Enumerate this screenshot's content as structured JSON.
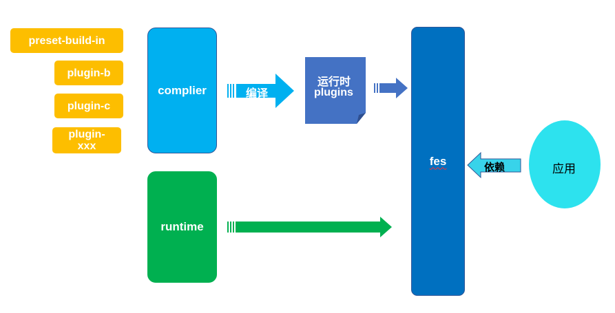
{
  "plugins": {
    "preset": "preset-build-in",
    "b": "plugin-b",
    "c": "plugin-c",
    "xxx_line1": "plugin-",
    "xxx_line2": "xxx"
  },
  "complier": "complier",
  "runtime": "runtime",
  "compile_label": "编译",
  "runtime_plugins_line1": "运行时",
  "runtime_plugins_line2": "plugins",
  "fes": "fes",
  "depend_label": "依赖",
  "app": "应用",
  "colors": {
    "plugin": "#fdbe00",
    "complier": "#00b0f0",
    "runtime": "#00b050",
    "runtime_plugins": "#4472c4",
    "fes": "#0070c0",
    "app": "#2de2ee",
    "depend_arrow": "#38d3ea"
  }
}
